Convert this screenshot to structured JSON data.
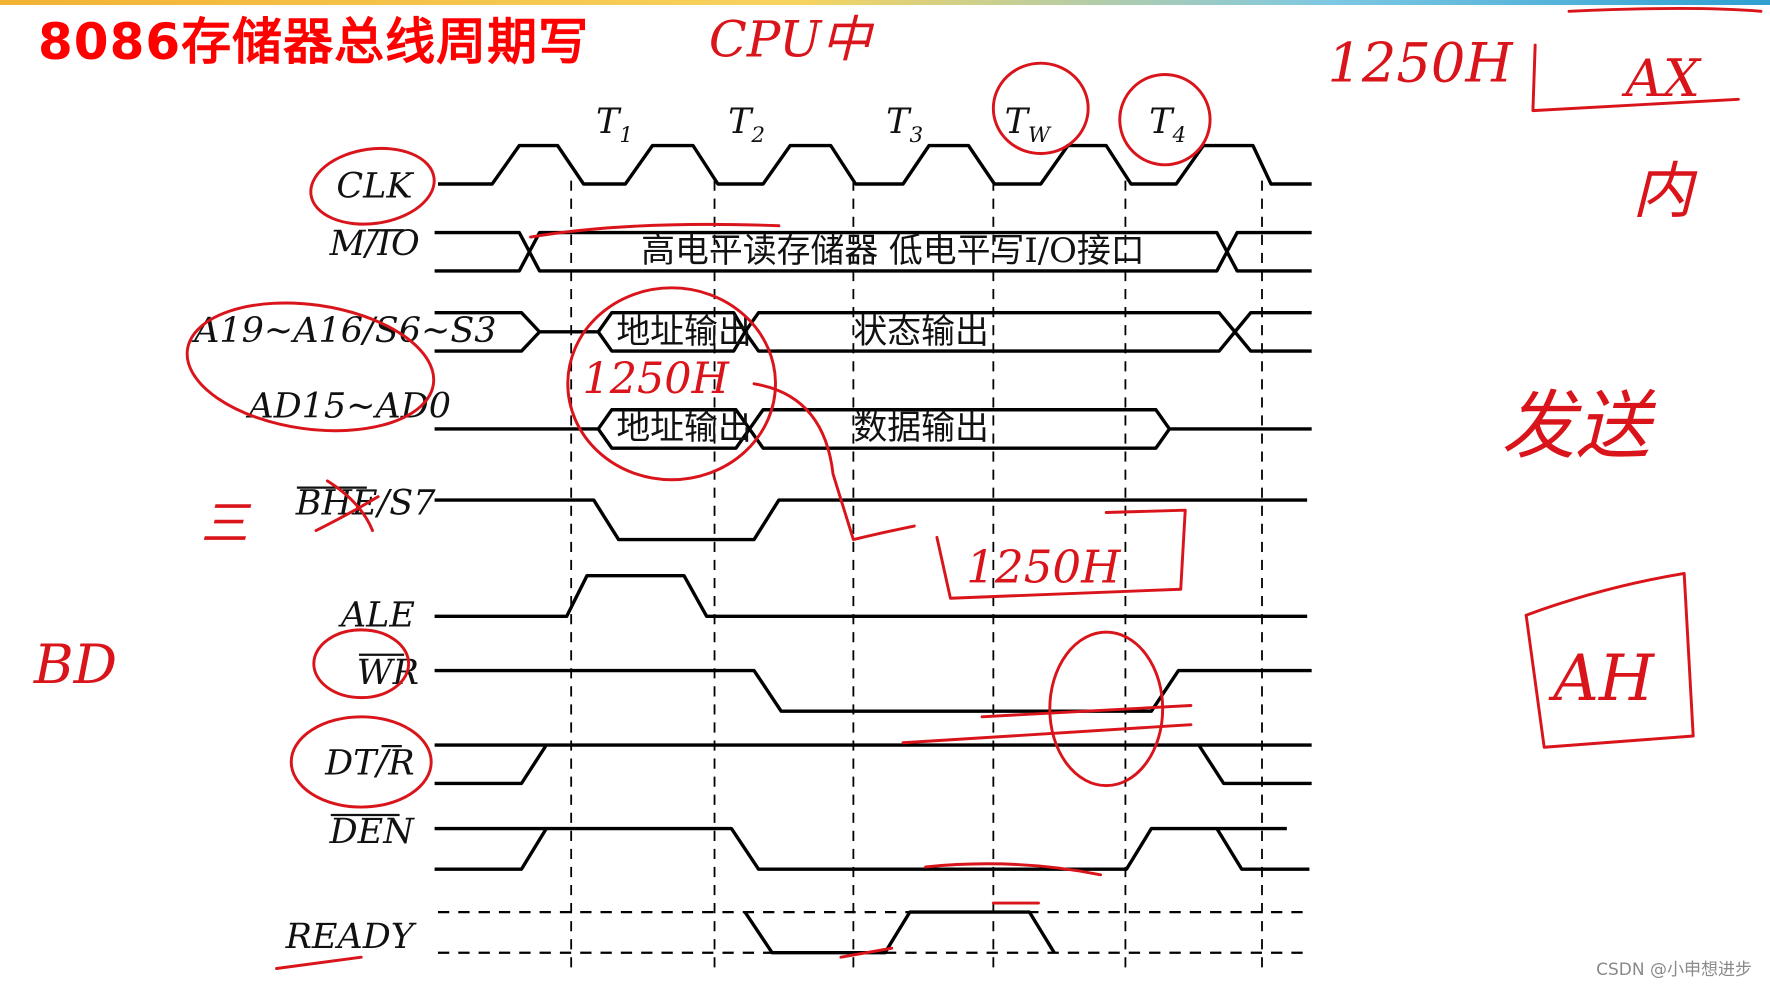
{
  "title": "8086存储器总线周期写",
  "watermark": "CSDN @小申想进步",
  "states": [
    "T1",
    "Tw",
    "T2",
    "T3",
    "T4"
  ],
  "state_labels": {
    "t1_main": "T",
    "t1_sub": "1",
    "t2_main": "T",
    "t2_sub": "2",
    "t3_main": "T",
    "t3_sub": "3",
    "tw_main": "T",
    "tw_sub": "W",
    "t4_main": "T",
    "t4_sub": "4"
  },
  "signals": {
    "clk": "CLK",
    "mio": "M/IO",
    "addr_status": "A19~A16/S6~S3",
    "ad": "AD15~AD0",
    "bhe": "BHE/S7",
    "ale": "ALE",
    "wr": "WR",
    "dtr": "DT/R",
    "den": "DEN",
    "ready": "READY"
  },
  "bus_text": {
    "mio": "高电平读存储器   低电平写I/O接口",
    "addr_out_1": "地址输出",
    "status_out": "状态输出",
    "addr_out_2": "地址输出",
    "data_out": "数据输出"
  },
  "annotations": {
    "cpu_to": "CPU中",
    "addr_topright": "1250H",
    "ax": "AX",
    "inner": "内",
    "addr_mid": "1250H",
    "data_box": "1250H",
    "send": "发送",
    "ai": "AH",
    "three": "三",
    "bd": "BD"
  },
  "colors": {
    "title": "#ff0000",
    "ink": "#d9151b",
    "waveform": "#000000"
  }
}
